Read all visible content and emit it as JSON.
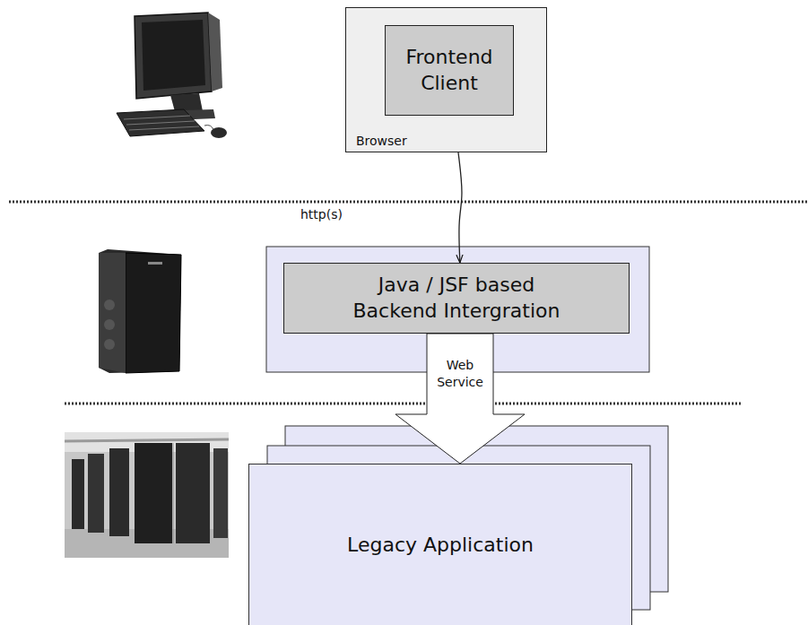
{
  "diagram": {
    "nodes": [
      {
        "text": [
          "Browser"
        ]
      },
      {
        "text": [
          "Frontend Client"
        ],
        "in": 0
      },
      {
        "text": [
          "Java / JSF based Backend Intergration"
        ]
      },
      {
        "text": [
          "Legacy Application"
        ]
      }
    ],
    "edges": [
      {
        "from": 0,
        "to": 2,
        "arrow": "to"
      },
      {
        "from": 2,
        "to": 3,
        "label": "Web Service",
        "arrow": "to"
      }
    ],
    "labels": [
      "http(s)"
    ]
  }
}
